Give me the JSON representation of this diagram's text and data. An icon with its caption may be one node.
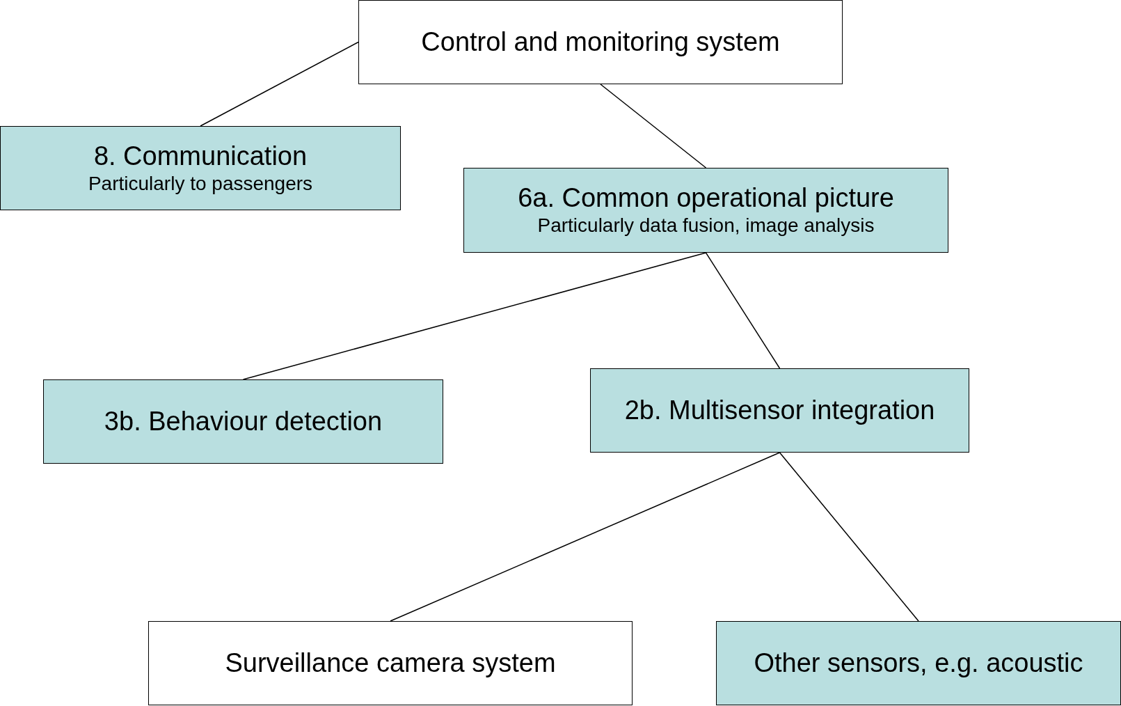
{
  "diagram": {
    "nodes": [
      {
        "text": [
          "Control and monitoring system"
        ]
      },
      {
        "text": [
          "8. Communication",
          "Particularly to passengers"
        ]
      },
      {
        "text": [
          "6a. Common operational picture",
          "Particularly data fusion, image analysis"
        ]
      },
      {
        "text": [
          "3b. Behaviour detection"
        ]
      },
      {
        "text": [
          "2b. Multisensor integration"
        ]
      },
      {
        "text": [
          "Surveillance camera system"
        ]
      },
      {
        "text": [
          "Other sensors, e.g. acoustic"
        ]
      }
    ],
    "edges": [
      {
        "from": 0,
        "to": 1,
        "arrow": "none"
      },
      {
        "from": 0,
        "to": 2,
        "arrow": "none"
      },
      {
        "from": 2,
        "to": 3,
        "arrow": "none"
      },
      {
        "from": 2,
        "to": 4,
        "arrow": "none"
      },
      {
        "from": 4,
        "to": 5,
        "arrow": "none"
      },
      {
        "from": 4,
        "to": 6,
        "arrow": "none"
      }
    ]
  }
}
